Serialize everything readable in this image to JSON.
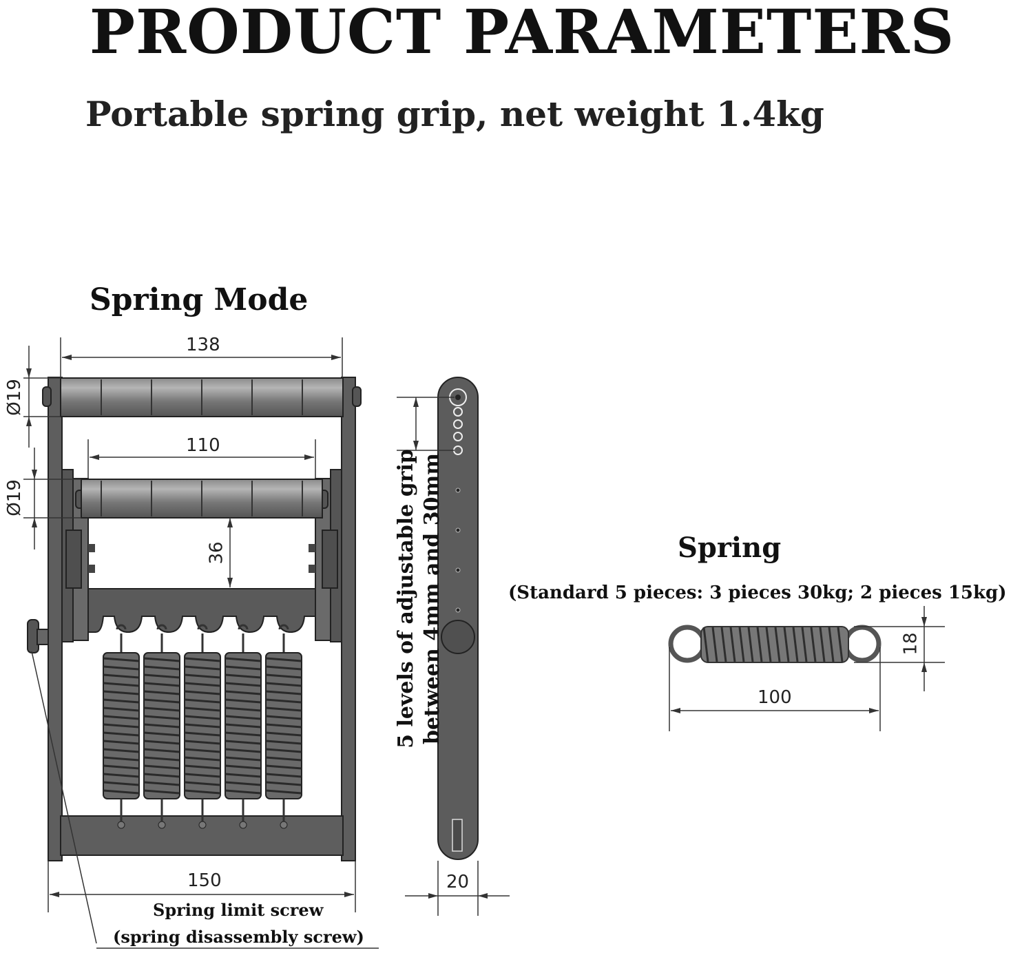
{
  "header": {
    "title": "PRODUCT PARAMETERS",
    "subtitle": "Portable spring grip, net weight 1.4kg"
  },
  "spring_mode": {
    "title": "Spring Mode",
    "dims": {
      "top_width": "138",
      "top_diameter": "Ø19",
      "inner_width": "110",
      "inner_diameter": "Ø19",
      "gap": "36",
      "bottom_width": "150"
    },
    "screw_label_1": "Spring limit screw",
    "screw_label_2": "(spring disassembly screw)"
  },
  "side_view": {
    "grip_note_1": "5 levels of adjustable grip",
    "grip_note_2": "between 4mm and 30mm",
    "width": "20"
  },
  "spring": {
    "title": "Spring",
    "note": "(Standard 5 pieces: 3 pieces 30kg; 2 pieces 15kg)",
    "length": "100",
    "height": "18"
  },
  "colors": {
    "metal": "#6b6b6b",
    "metal_dark": "#3c3c3c",
    "line": "#333333",
    "text": "#111111"
  }
}
